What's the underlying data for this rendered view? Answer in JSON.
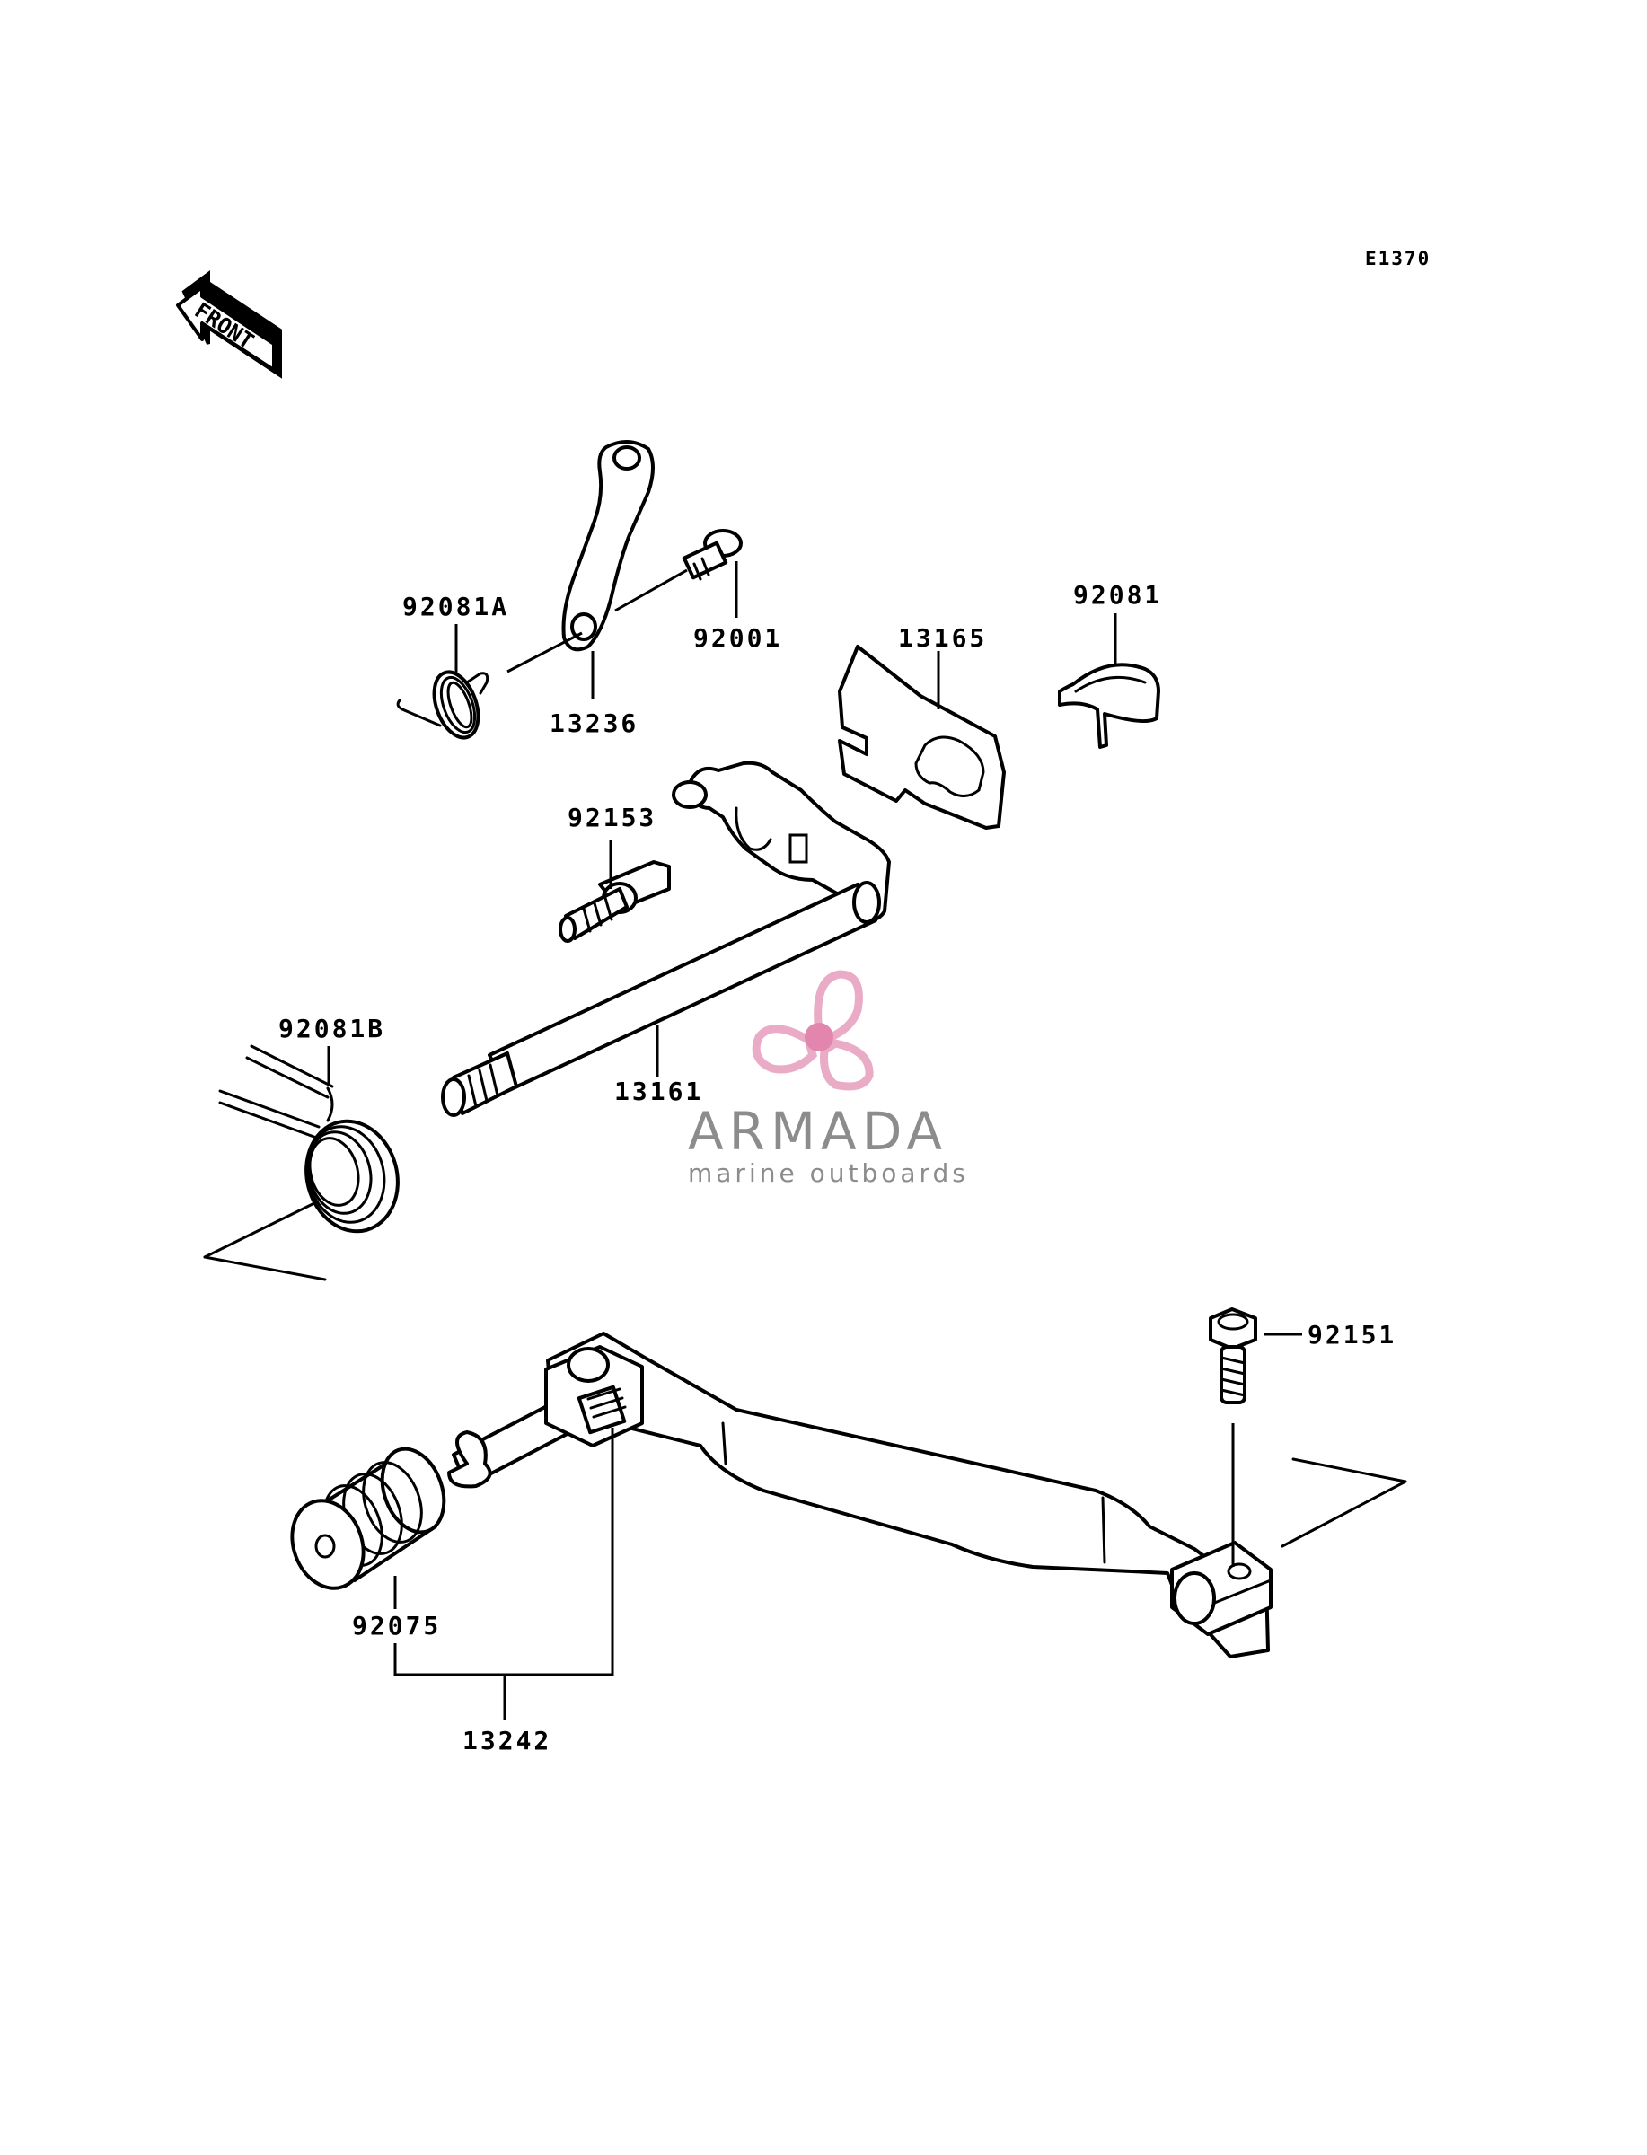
{
  "diagram": {
    "code": "E1370",
    "front_arrow_label": "FRONT",
    "callouts": {
      "p92081A": "92081A",
      "p92001": "92001",
      "p13236": "13236",
      "p13165": "13165",
      "p92081": "92081",
      "p92153": "92153",
      "p92081B": "92081B",
      "p13161": "13161",
      "p92151": "92151",
      "p92075": "92075",
      "p13242": "13242"
    }
  },
  "watermark": {
    "brand": "ARMADA",
    "tagline": "marine outboards",
    "icon": "propeller-logo-icon",
    "colors": {
      "logo": "#e8a2c0",
      "hub": "#e07aa6",
      "text": "#8c8c8c"
    }
  }
}
